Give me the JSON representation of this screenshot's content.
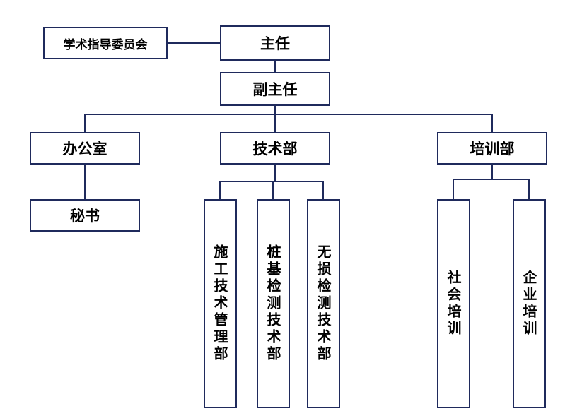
{
  "org_chart": {
    "advisory": "学术指导委员会",
    "director": "主任",
    "deputy": "副主任",
    "departments": {
      "office": "办公室",
      "tech": "技术部",
      "training": "培训部"
    },
    "office_units": {
      "secretary": "秘书"
    },
    "tech_units": {
      "construction": "施工技术管理部",
      "pile": "桩基检测技术部",
      "ndt": "无损检测技术部"
    },
    "training_units": {
      "social": "社会培训",
      "enterprise": "企业培训"
    }
  },
  "colors": {
    "border": "#1f2a5c",
    "line": "#1f2a5c",
    "text": "#000000",
    "background": "#ffffff"
  }
}
